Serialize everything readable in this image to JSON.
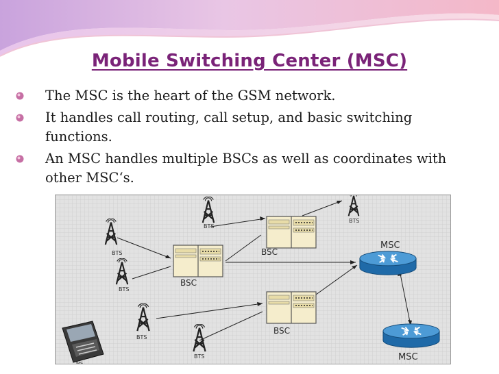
{
  "slide": {
    "title": "Mobile Switching Center (MSC)",
    "bullets": [
      "The MSC is the heart of the GSM network.",
      "It handles call routing, call setup, and basic switching functions.",
      "An MSC handles multiple BSCs  as well as coordinates with other MSC‘s."
    ],
    "accent_color": "#7a2378"
  },
  "diagram": {
    "labels": {
      "bts": "BTS",
      "bsc": "BSC",
      "msc": "MSC",
      "ms": "MS"
    }
  }
}
